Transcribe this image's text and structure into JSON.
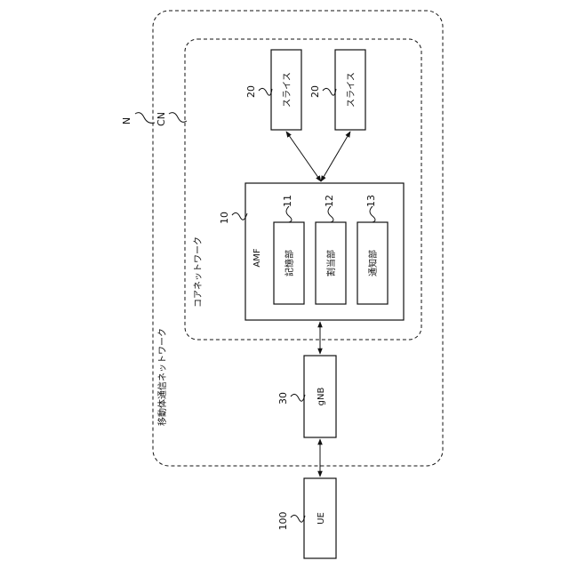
{
  "labels": {
    "network_ref": "N",
    "core_ref": "CN",
    "mobile_network": "移動体通信ネットワーク",
    "core_network": "コアネットワーク",
    "amf": "AMF",
    "amf_ref": "10",
    "storage": "記憶部",
    "storage_ref": "11",
    "allocation": "割当部",
    "allocation_ref": "12",
    "notification": "通知部",
    "notification_ref": "13",
    "slice1": "スライス",
    "slice1_ref": "20",
    "slice2": "スライス",
    "slice2_ref": "20",
    "gnb": "gNB",
    "gnb_ref": "30",
    "ue": "UE",
    "ue_ref": "100"
  },
  "colors": {
    "line": "#111111",
    "background": "#ffffff"
  }
}
